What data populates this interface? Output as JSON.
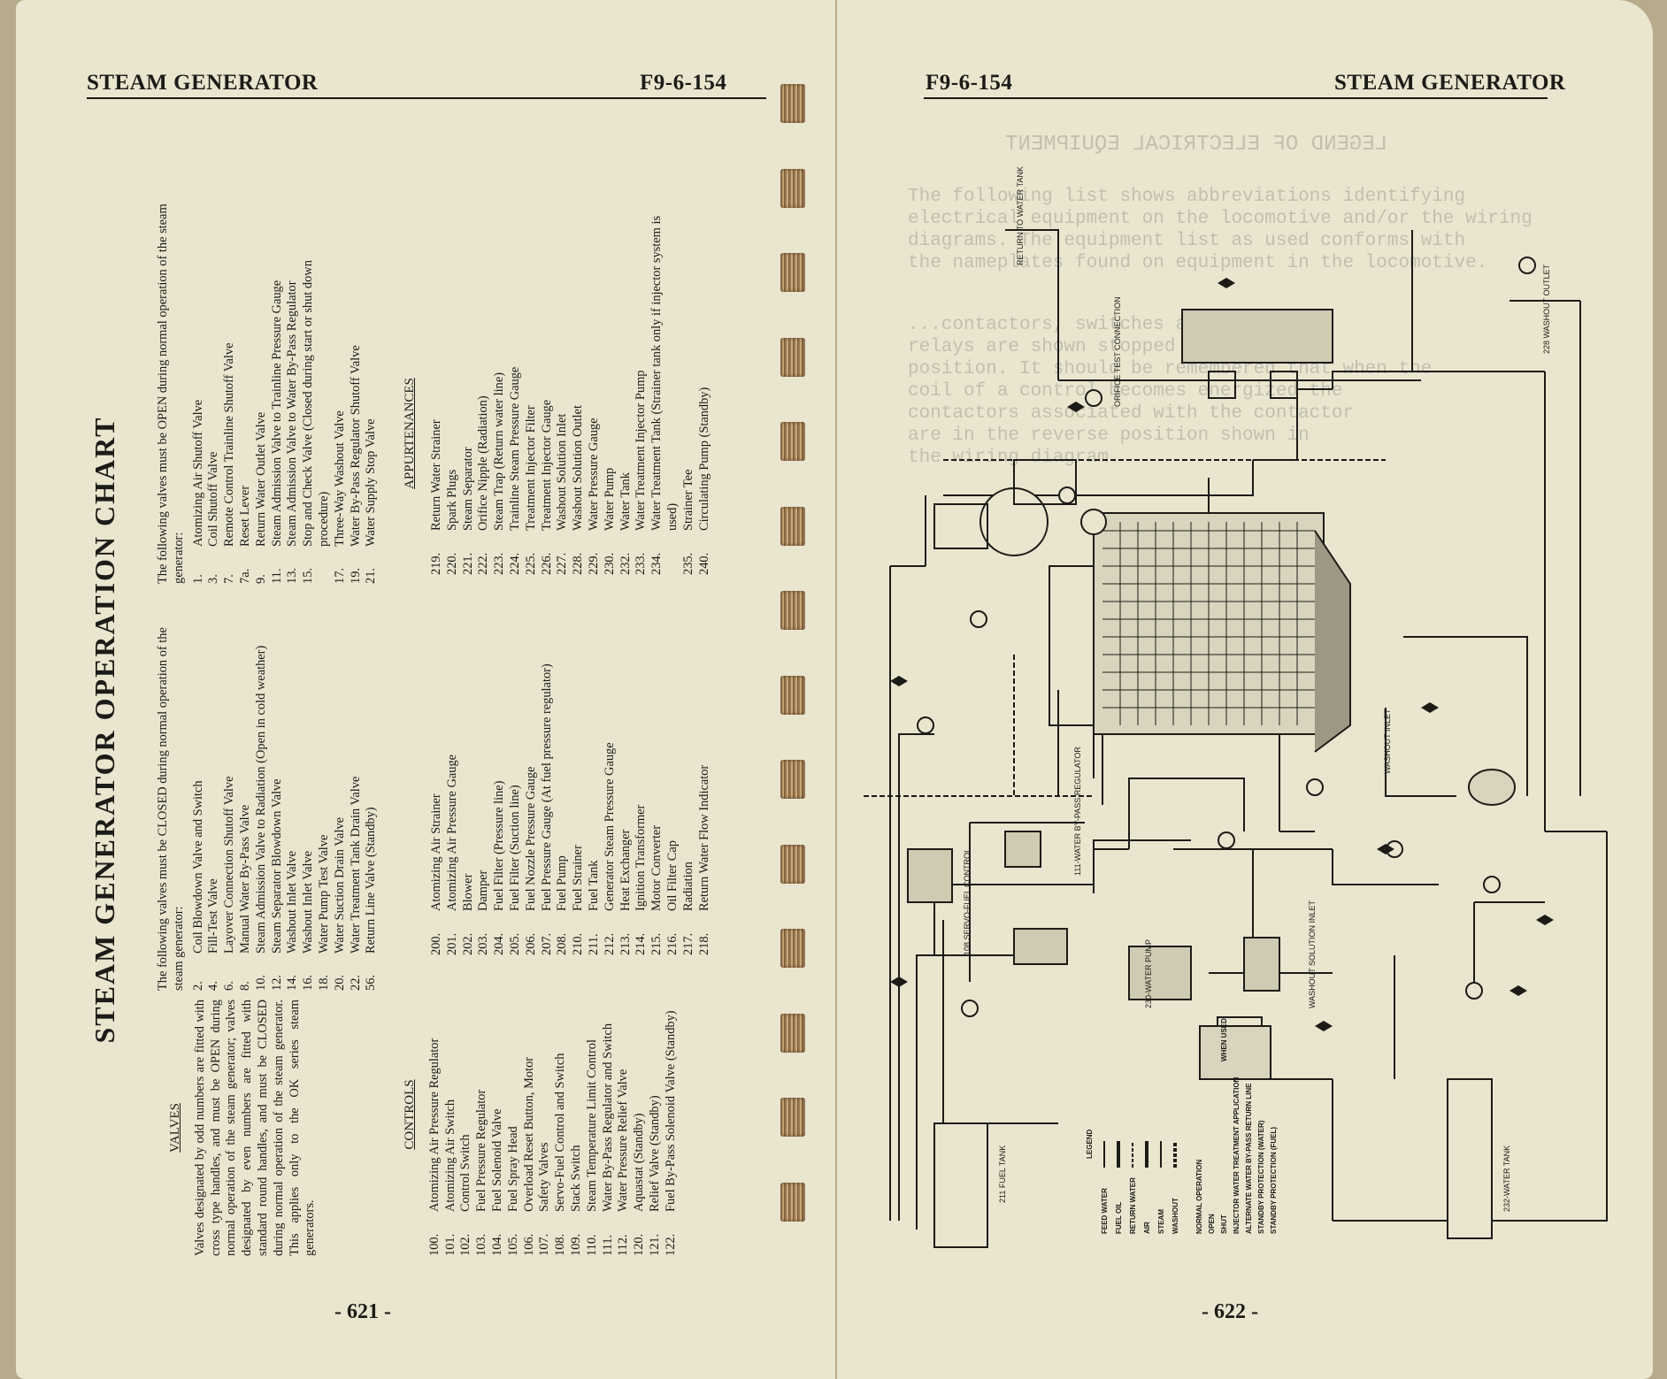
{
  "left": {
    "header_title": "STEAM GENERATOR",
    "header_code": "F9-6-154",
    "page_number": "- 621 -",
    "chart_title": "STEAM GENERATOR OPERATION CHART",
    "valves_heading": "VALVES",
    "valves_text": "Valves designated by odd numbers are fitted with cross type handles, and must be OPEN during normal operation of the steam generator; valves designated by even numbers are fitted with standard round handles, and must be CLOSED during normal operation of the steam generator. This applies only to the OK series steam generators.",
    "closed_intro": "The following valves must be CLOSED during normal operation of the steam generator:",
    "closed_items": [
      {
        "n": "2.",
        "t": "Coil Blowdown Valve and Switch"
      },
      {
        "n": "4.",
        "t": "Fill-Test Valve"
      },
      {
        "n": "6.",
        "t": "Layover Connection Shutoff Valve"
      },
      {
        "n": "8.",
        "t": "Manual Water By-Pass Valve"
      },
      {
        "n": "10.",
        "t": "Steam Admission Valve to Radiation (Open in cold weather)"
      },
      {
        "n": "12.",
        "t": "Steam Separator Blowdown Valve"
      },
      {
        "n": "14.",
        "t": "Washout Inlet Valve"
      },
      {
        "n": "16.",
        "t": "Washout Inlet Valve"
      },
      {
        "n": "18.",
        "t": "Water Pump Test Valve"
      },
      {
        "n": "20.",
        "t": "Water Suction Drain Valve"
      },
      {
        "n": "22.",
        "t": "Water Treatment Tank Drain Valve"
      },
      {
        "n": "56.",
        "t": "Return Line Valve (Standby)"
      }
    ],
    "open_intro": "The following valves must be OPEN during normal operation of the steam generator:",
    "open_items": [
      {
        "n": "1.",
        "t": "Atomizing Air Shutoff Valve"
      },
      {
        "n": "3.",
        "t": "Coil Shutoff Valve"
      },
      {
        "n": "7.",
        "t": "Remote Control Trainline Shutoff Valve"
      },
      {
        "n": "7a.",
        "t": "Reset Lever"
      },
      {
        "n": "9.",
        "t": "Return Water Outlet Valve"
      },
      {
        "n": "11.",
        "t": "Steam Admission Valve to Trainline Pressure Gauge"
      },
      {
        "n": "13.",
        "t": "Steam Admission Valve to Water By-Pass Regulator"
      },
      {
        "n": "15.",
        "t": "Stop and Check Valve (Closed during start or shut down procedure)"
      },
      {
        "n": "17.",
        "t": "Three-Way Washout Valve"
      },
      {
        "n": "19.",
        "t": "Water By-Pass Regulator Shutoff Valve"
      },
      {
        "n": "21.",
        "t": "Water Supply Stop Valve"
      }
    ],
    "controls_heading": "CONTROLS",
    "controls": [
      {
        "n": "100.",
        "t": "Atomizing Air Pressure Regulator"
      },
      {
        "n": "101.",
        "t": "Atomizing Air Switch"
      },
      {
        "n": "102.",
        "t": "Control Switch"
      },
      {
        "n": "103.",
        "t": "Fuel Pressure Regulator"
      },
      {
        "n": "104.",
        "t": "Fuel Solenoid Valve"
      },
      {
        "n": "105.",
        "t": "Fuel Spray Head"
      },
      {
        "n": "106.",
        "t": "Overload Reset Button, Motor"
      },
      {
        "n": "107.",
        "t": "Safety Valves"
      },
      {
        "n": "108.",
        "t": "Servo-Fuel Control and Switch"
      },
      {
        "n": "109.",
        "t": "Stack Switch"
      },
      {
        "n": "110.",
        "t": "Steam Temperature Limit Control"
      },
      {
        "n": "111.",
        "t": "Water By-Pass Regulator and Switch"
      },
      {
        "n": "112.",
        "t": "Water Pressure Relief Valve"
      },
      {
        "n": "120.",
        "t": "Aquastat (Standby)"
      },
      {
        "n": "121.",
        "t": "Relief Valve (Standby)"
      },
      {
        "n": "122.",
        "t": "Fuel By-Pass Solenoid Valve (Standby)"
      }
    ],
    "appurtenances_heading": "APPURTENANCES",
    "appurtenances_a": [
      {
        "n": "200.",
        "t": "Atomizing Air Strainer"
      },
      {
        "n": "201.",
        "t": "Atomizing Air Pressure Gauge"
      },
      {
        "n": "202.",
        "t": "Blower"
      },
      {
        "n": "203.",
        "t": "Damper"
      },
      {
        "n": "204.",
        "t": "Fuel Filter (Pressure line)"
      },
      {
        "n": "205.",
        "t": "Fuel Filter (Suction line)"
      },
      {
        "n": "206.",
        "t": "Fuel Nozzle Pressure Gauge"
      },
      {
        "n": "207.",
        "t": "Fuel Pressure Gauge (At fuel pressure regulator)"
      },
      {
        "n": "208.",
        "t": "Fuel Pump"
      },
      {
        "n": "210.",
        "t": "Fuel Strainer"
      },
      {
        "n": "211.",
        "t": "Fuel Tank"
      },
      {
        "n": "212.",
        "t": "Generator Steam Pressure Gauge"
      },
      {
        "n": "213.",
        "t": "Heat Exchanger"
      },
      {
        "n": "214.",
        "t": "Ignition Transformer"
      },
      {
        "n": "215.",
        "t": "Motor Converter"
      },
      {
        "n": "216.",
        "t": "Oil Filter Cap"
      },
      {
        "n": "217.",
        "t": "Radiation"
      },
      {
        "n": "218.",
        "t": "Return Water Flow Indicator"
      }
    ],
    "appurtenances_b": [
      {
        "n": "219.",
        "t": "Return Water Strainer"
      },
      {
        "n": "220.",
        "t": "Spark Plugs"
      },
      {
        "n": "221.",
        "t": "Steam Separator"
      },
      {
        "n": "222.",
        "t": "Orifice Nipple (Radiation)"
      },
      {
        "n": "223.",
        "t": "Steam Trap (Return water line)"
      },
      {
        "n": "224.",
        "t": "Trainline Steam Pressure Gauge"
      },
      {
        "n": "225.",
        "t": "Treatment Injector Filter"
      },
      {
        "n": "226.",
        "t": "Treatment Injector Gauge"
      },
      {
        "n": "227.",
        "t": "Washout Solution Inlet"
      },
      {
        "n": "228.",
        "t": "Washout Solution Outlet"
      },
      {
        "n": "229.",
        "t": "Water Pressure Gauge"
      },
      {
        "n": "230.",
        "t": "Water Pump"
      },
      {
        "n": "232.",
        "t": "Water Tank"
      },
      {
        "n": "233.",
        "t": "Water Treatment Injector Pump"
      },
      {
        "n": "234.",
        "t": "Water Treatment Tank (Strainer tank only if injector system is used)"
      },
      {
        "n": "235.",
        "t": "Strainer Tee"
      },
      {
        "n": "240.",
        "t": "Circulating Pump (Standby)"
      }
    ]
  },
  "right": {
    "header_code": "F9-6-154",
    "header_title": "STEAM GENERATOR",
    "page_number": "- 622 -",
    "diagram_labels": {
      "servo": "108 SERVO-FUEL CONTROL",
      "bypass": "111-WATER BY-PASS REGULATOR",
      "water_pump": "230-WATER PUMP",
      "washout_inlet": "WASHOUT INLET",
      "washout_outlet": "228 WASHOUT OUTLET",
      "fuel_tank": "211 FUEL TANK",
      "water_tank": "232-WATER TANK",
      "washout_solution": "WASHOUT SOLUTION INLET",
      "return_train": "RETURN TO WATER TANK",
      "orifice": "ORIFICE TEST CONNECTION"
    },
    "legend": {
      "title": "LEGEND",
      "rows": [
        "FEED WATER",
        "FUEL OIL",
        "RETURN WATER",
        "AIR",
        "STEAM",
        "WASHOUT"
      ],
      "symbols": [
        "NORMAL OPERATION",
        "OPEN",
        "SHUT",
        "INJECTOR WATER TREATMENT APPLICATION",
        "ALTERNATE WATER BY-PASS RETURN LINE",
        "STANDBY PROTECTION (WATER)",
        "STANDBY PROTECTION (FUEL)"
      ],
      "when_used": "WHEN USED"
    }
  }
}
